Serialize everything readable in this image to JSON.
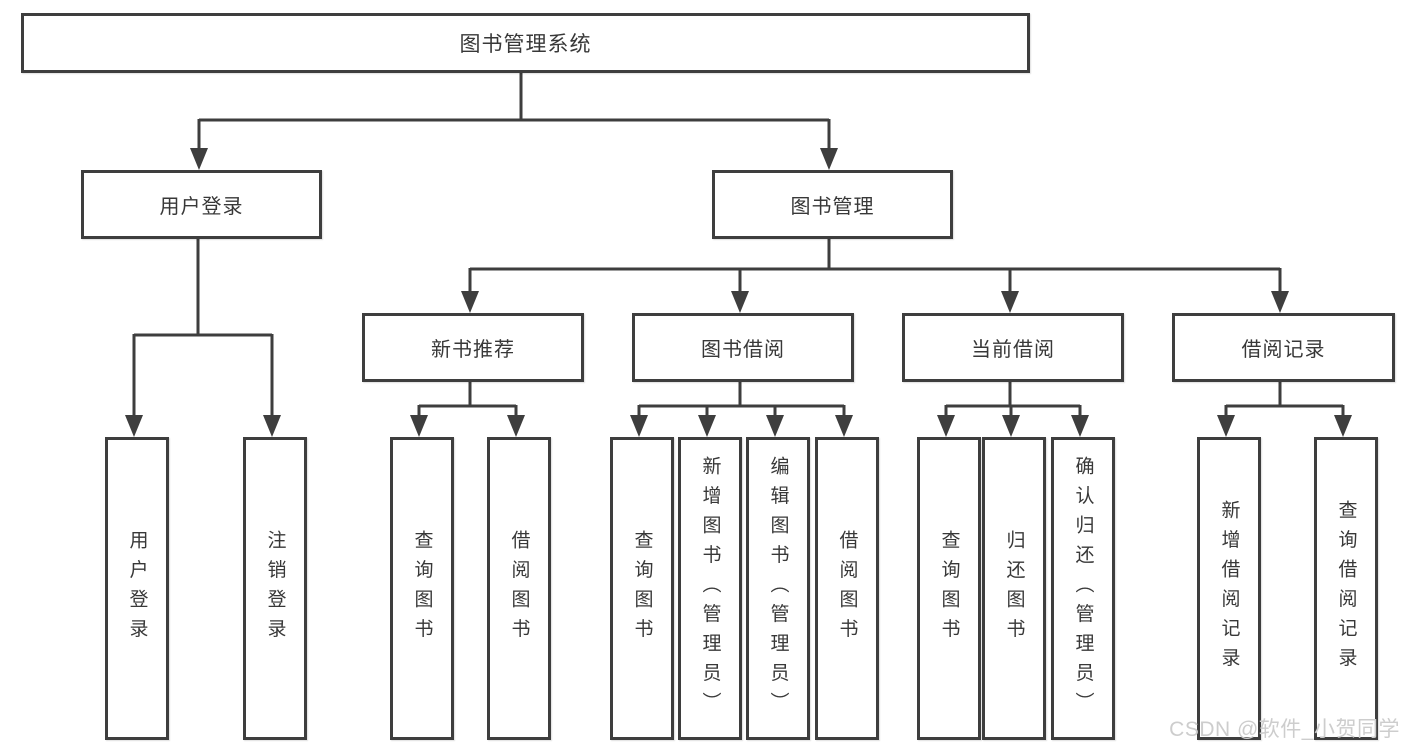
{
  "diagram_type": "hierarchy-tree",
  "colors": {
    "line": "#3e3e3e",
    "box_border": "#3e3e3e",
    "text": "#383838",
    "background": "#ffffff",
    "watermark": "#cdcdcd"
  },
  "nodes": {
    "root": "图书管理系统",
    "user_login": "用户登录",
    "book_mgmt": "图书管理",
    "new_books": "新书推荐",
    "book_borrow": "图书借阅",
    "current_borrow": "当前借阅",
    "borrow_records": "借阅记录",
    "leaves_user_login": [
      "用户登录",
      "注销登录"
    ],
    "leaves_new_books": [
      "查询图书",
      "借阅图书"
    ],
    "leaves_book_borrow": [
      "查询图书",
      "新增图书（管理员）",
      "编辑图书（管理员）",
      "借阅图书"
    ],
    "leaves_current_borrow": [
      "查询图书",
      "归还图书",
      "确认归还（管理员）"
    ],
    "leaves_borrow_records": [
      "新增借阅记录",
      "查询借阅记录"
    ]
  },
  "watermark": "CSDN @软件_小贺同学"
}
